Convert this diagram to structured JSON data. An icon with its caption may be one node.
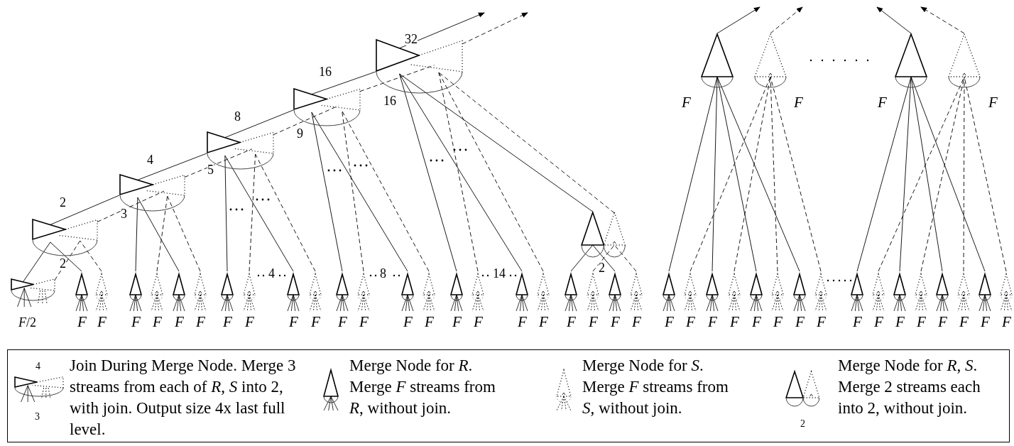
{
  "diagram": {
    "nodes": [
      {
        "text": [],
        "shape": "triangle",
        "beside": [
          "*F*/2"
        ]
      },
      {
        "text": [],
        "shape": "triangle",
        "beside": [
          "2",
          "2"
        ]
      },
      {
        "text": [],
        "shape": "triangle",
        "beside": [
          "4",
          "3"
        ]
      },
      {
        "text": [],
        "shape": "triangle",
        "beside": [
          "8",
          "5"
        ]
      },
      {
        "text": [],
        "shape": "triangle",
        "beside": [
          "16",
          "9"
        ]
      },
      {
        "text": [],
        "shape": "triangle",
        "beside": [
          "32",
          "16"
        ]
      },
      {
        "text": [],
        "shape": "pair",
        "beside": [
          "2"
        ]
      },
      {
        "text": [],
        "shape": "cone",
        "beside": [
          "F"
        ]
      },
      {
        "text": [],
        "shape": "teardrop",
        "beside": [
          "F"
        ]
      },
      {
        "text": [],
        "shape": "cone",
        "beside": [
          "F"
        ]
      },
      {
        "text": [],
        "shape": "teardrop",
        "beside": [
          "F"
        ]
      },
      {
        "text": [],
        "shape": "cone",
        "beside": [
          "F"
        ]
      },
      {
        "text": [],
        "shape": "teardrop",
        "beside": [
          "F"
        ]
      },
      {
        "text": [],
        "shape": "cone",
        "beside": [
          "F"
        ]
      },
      {
        "text": [],
        "shape": "teardrop",
        "beside": [
          "F"
        ]
      },
      {
        "text": [],
        "shape": "cone",
        "beside": [
          "F"
        ]
      },
      {
        "text": [],
        "shape": "teardrop",
        "beside": [
          "F"
        ]
      },
      {
        "text": [],
        "shape": "cone",
        "beside": [
          "F"
        ]
      },
      {
        "text": [],
        "shape": "teardrop",
        "beside": [
          "F"
        ]
      },
      {
        "text": [],
        "shape": "cone",
        "beside": [
          "F"
        ]
      },
      {
        "text": [],
        "shape": "teardrop",
        "beside": [
          "F"
        ]
      },
      {
        "text": [],
        "shape": "cone",
        "beside": [
          "F"
        ]
      },
      {
        "text": [],
        "shape": "teardrop",
        "beside": [
          "F"
        ]
      },
      {
        "text": [],
        "shape": "cone",
        "beside": [
          "F"
        ]
      },
      {
        "text": [],
        "shape": "teardrop",
        "beside": [
          "F"
        ]
      },
      {
        "text": [],
        "shape": "cone",
        "beside": [
          "F"
        ]
      },
      {
        "text": [],
        "shape": "teardrop",
        "beside": [
          "F"
        ]
      },
      {
        "text": [],
        "shape": "cone",
        "beside": [
          "F"
        ]
      },
      {
        "text": [],
        "shape": "teardrop",
        "beside": [
          "F"
        ]
      },
      {
        "text": [],
        "shape": "cone",
        "beside": [
          "F"
        ]
      },
      {
        "text": [],
        "shape": "teardrop",
        "beside": [
          "F"
        ]
      },
      {
        "text": [],
        "shape": "cone",
        "beside": [
          "F"
        ]
      },
      {
        "text": [],
        "shape": "teardrop",
        "beside": [
          "F"
        ]
      },
      {
        "text": [],
        "shape": "cone",
        "beside": [
          "F"
        ]
      },
      {
        "text": [],
        "shape": "teardrop",
        "beside": [
          "F"
        ]
      },
      {
        "text": [],
        "shape": "cone",
        "beside": [
          "F"
        ]
      },
      {
        "text": [],
        "shape": "teardrop",
        "beside": [
          "F"
        ]
      },
      {
        "text": [],
        "shape": "cone",
        "beside": [
          "F"
        ]
      },
      {
        "text": [],
        "shape": "teardrop",
        "beside": [
          "F"
        ]
      },
      {
        "text": [],
        "shape": "cone",
        "beside": [
          "F"
        ]
      },
      {
        "text": [],
        "shape": "teardrop",
        "beside": [
          "F"
        ]
      },
      {
        "text": [],
        "shape": "cone",
        "beside": [
          "F"
        ]
      },
      {
        "text": [],
        "shape": "teardrop",
        "beside": [
          "F"
        ]
      },
      {
        "text": [],
        "shape": "cone",
        "beside": [
          "F"
        ]
      },
      {
        "text": [],
        "shape": "teardrop",
        "beside": [
          "F"
        ]
      },
      {
        "text": [],
        "shape": "cone",
        "beside": [
          "F"
        ]
      },
      {
        "text": [],
        "shape": "teardrop",
        "beside": [
          "F"
        ]
      },
      {
        "text": [],
        "shape": "cone",
        "beside": [
          "F"
        ]
      },
      {
        "text": [],
        "shape": "teardrop",
        "beside": [
          "F"
        ]
      }
    ],
    "edges": [
      {
        "from": 1,
        "to": 2,
        "arrow": "none"
      },
      {
        "from": 1,
        "to": 2,
        "arrow": "none",
        "style": "dashed"
      },
      {
        "from": 2,
        "to": 3,
        "arrow": "none"
      },
      {
        "from": 2,
        "to": 3,
        "arrow": "none",
        "style": "dashed"
      },
      {
        "from": 3,
        "to": 4,
        "arrow": "none"
      },
      {
        "from": 3,
        "to": 4,
        "arrow": "none",
        "style": "dashed"
      },
      {
        "from": 4,
        "to": 5,
        "arrow": "none"
      },
      {
        "from": 4,
        "to": 5,
        "arrow": "none",
        "style": "dashed"
      },
      {
        "from": 5,
        "to": null,
        "arrow": "to"
      },
      {
        "from": 5,
        "to": null,
        "arrow": "to",
        "style": "dashed"
      },
      {
        "from": 0,
        "to": 1,
        "arrow": "none"
      },
      {
        "from": 0,
        "to": 1,
        "arrow": "none",
        "style": "dashed"
      },
      {
        "from": 11,
        "to": 1,
        "arrow": "none"
      },
      {
        "from": 12,
        "to": 1,
        "arrow": "none",
        "style": "dashed"
      },
      {
        "from": 13,
        "to": 2,
        "arrow": "none"
      },
      {
        "from": 15,
        "to": 2,
        "arrow": "none"
      },
      {
        "from": 14,
        "to": 2,
        "arrow": "none",
        "style": "dashed"
      },
      {
        "from": 16,
        "to": 2,
        "arrow": "none",
        "style": "dashed"
      },
      {
        "from": 17,
        "to": 3,
        "arrow": "none"
      },
      {
        "from": 19,
        "to": 3,
        "arrow": "none"
      },
      {
        "from": 18,
        "to": 3,
        "arrow": "none",
        "style": "dashed"
      },
      {
        "from": 20,
        "to": 3,
        "arrow": "none",
        "style": "dashed"
      },
      {
        "from": 21,
        "to": 4,
        "arrow": "none"
      },
      {
        "from": 23,
        "to": 4,
        "arrow": "none"
      },
      {
        "from": 22,
        "to": 4,
        "arrow": "none",
        "style": "dashed"
      },
      {
        "from": 24,
        "to": 4,
        "arrow": "none",
        "style": "dashed"
      },
      {
        "from": 25,
        "to": 5,
        "arrow": "none"
      },
      {
        "from": 27,
        "to": 5,
        "arrow": "none"
      },
      {
        "from": 6,
        "to": 5,
        "arrow": "none"
      },
      {
        "from": 26,
        "to": 5,
        "arrow": "none",
        "style": "dashed"
      },
      {
        "from": 28,
        "to": 5,
        "arrow": "none",
        "style": "dashed"
      },
      {
        "from": 6,
        "to": 5,
        "arrow": "none",
        "style": "dashed"
      },
      {
        "from": 29,
        "to": 6,
        "arrow": "none"
      },
      {
        "from": 31,
        "to": 6,
        "arrow": "none"
      },
      {
        "from": 30,
        "to": 6,
        "arrow": "none",
        "style": "dashed"
      },
      {
        "from": 32,
        "to": 6,
        "arrow": "none",
        "style": "dashed"
      },
      {
        "from": 33,
        "to": 7,
        "arrow": "none"
      },
      {
        "from": 35,
        "to": 7,
        "arrow": "none"
      },
      {
        "from": 37,
        "to": 7,
        "arrow": "none"
      },
      {
        "from": 39,
        "to": 7,
        "arrow": "none"
      },
      {
        "from": 34,
        "to": 8,
        "arrow": "none",
        "style": "dashed"
      },
      {
        "from": 36,
        "to": 8,
        "arrow": "none",
        "style": "dashed"
      },
      {
        "from": 38,
        "to": 8,
        "arrow": "none",
        "style": "dashed"
      },
      {
        "from": 40,
        "to": 8,
        "arrow": "none",
        "style": "dashed"
      },
      {
        "from": 41,
        "to": 9,
        "arrow": "none"
      },
      {
        "from": 43,
        "to": 9,
        "arrow": "none"
      },
      {
        "from": 45,
        "to": 9,
        "arrow": "none"
      },
      {
        "from": 47,
        "to": 9,
        "arrow": "none"
      },
      {
        "from": 42,
        "to": 10,
        "arrow": "none",
        "style": "dashed"
      },
      {
        "from": 44,
        "to": 10,
        "arrow": "none",
        "style": "dashed"
      },
      {
        "from": 46,
        "to": 10,
        "arrow": "none",
        "style": "dashed"
      },
      {
        "from": 48,
        "to": 10,
        "arrow": "none",
        "style": "dashed"
      },
      {
        "from": 7,
        "to": null,
        "arrow": "to"
      },
      {
        "from": 8,
        "to": null,
        "arrow": "to",
        "style": "dashed"
      },
      {
        "from": 9,
        "to": null,
        "arrow": "to"
      },
      {
        "from": 10,
        "to": null,
        "arrow": "to",
        "style": "dashed"
      }
    ],
    "labels": [
      "4",
      "8",
      "14",
      "4",
      "3",
      "2"
    ],
    "legend": [
      {
        "text": "Join During Merge Node. Merge 3 streams from each of *R*, *S* into 2, with join. Output size 4x last full level."
      },
      {
        "text": "Merge Node for *R*. Merge *F* streams from *R*, without join."
      },
      {
        "text": "Merge Node for *S*. Merge *F* streams from *S*, without join."
      },
      {
        "text": "Merge Node for *R*, *S*. Merge 2 streams each into 2, without join."
      }
    ]
  }
}
